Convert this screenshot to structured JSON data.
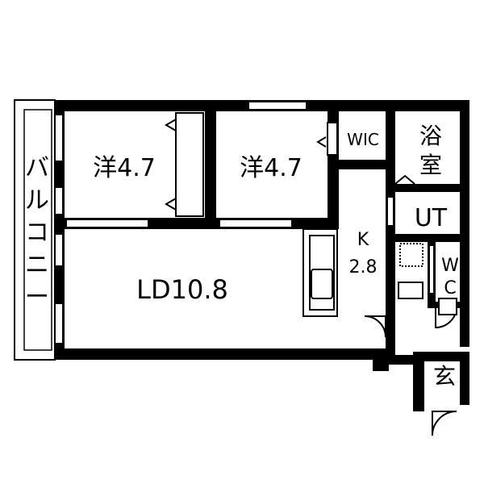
{
  "rooms": {
    "western1": "洋4.7",
    "western2": "洋4.7",
    "wic": "WIC",
    "bath_line1": "浴",
    "bath_line2": "室",
    "ut": "UT",
    "kitchen_line1": "K",
    "kitchen_line2": "2.8",
    "wc_line1": "W",
    "wc_line2": "C",
    "ld": "LD10.8",
    "entrance": "玄"
  },
  "balcony": [
    "バ",
    "ル",
    "コ",
    "ニ",
    "ー"
  ],
  "colors": {
    "wall": "#000000",
    "line": "#000000",
    "background": "#ffffff"
  }
}
